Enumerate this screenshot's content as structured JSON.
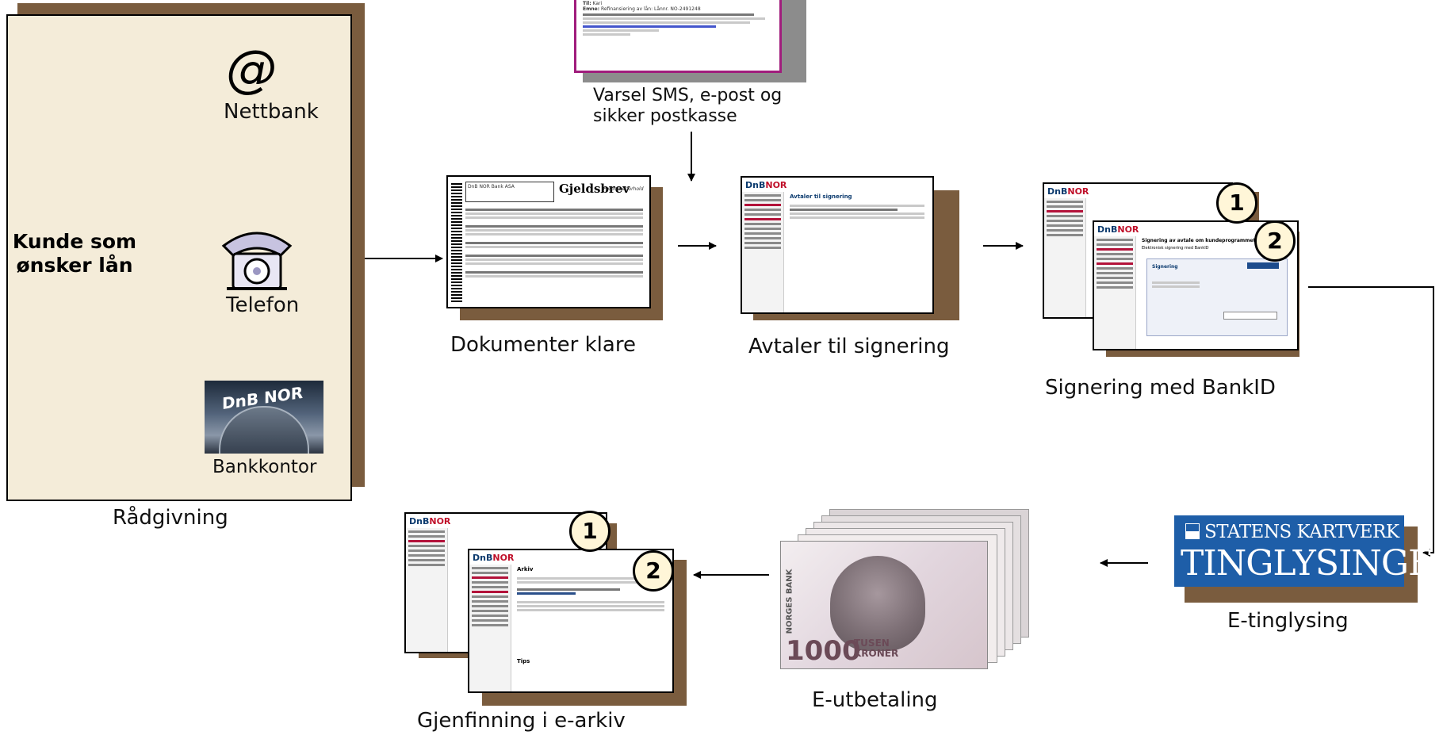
{
  "left_panel": {
    "customer_label_line1": "Kunde som",
    "customer_label_line2": "ønsker lån",
    "at_symbol": "@",
    "nettbank": "Nettbank",
    "telefon": "Telefon",
    "bankkontor": "Bankkontor",
    "bank_sign": "DnB NOR",
    "caption": "Rådgivning"
  },
  "notification": {
    "caption_line1": "Varsel SMS, e-post og",
    "caption_line2": "sikker postkasse",
    "doc_line_to": "Til:",
    "doc_to_value": "Kari",
    "doc_line_subject": "Emne:",
    "doc_subject_value": "Refinansiering av lån: Lånnr. NO-2491248"
  },
  "steps": {
    "documents": "Dokumenter klare",
    "agreements": "Avtaler til signering",
    "bankid": "Signering med BankID",
    "tinglysing": "E-tinglysing",
    "payout": "E-utbetaling",
    "archive": "Gjenfinning i e-arkiv"
  },
  "mini_docs": {
    "gjeldsbrev_title": "Gjeldsbrev",
    "gjeldsbrev_sub": "Forbrukerforhold",
    "bank_name": "DnB NOR Bank ASA",
    "agreements_title": "Avtaler til signering",
    "bankid_title": "Signering av avtale om kundeprogrammet Total",
    "bankid_sub": "Elektronisk signering med BankID",
    "signering": "Signering",
    "archive_title": "Arkiv",
    "tips": "Tips",
    "dnb_a": "DnB",
    "dnb_b": "NOR"
  },
  "badges": {
    "one": "1",
    "two": "2"
  },
  "tinglysing_logo": {
    "line1": "STATENS KARTVERK",
    "line2": "TINGLYSINGEN"
  },
  "banknote": {
    "value": "1000",
    "word1": "TUSEN",
    "word2": "KRONER",
    "bank": "NORGES BANK"
  },
  "colors": {
    "panel_bg": "#f4ecd9",
    "shadow": "#7a5c3e",
    "dnb_blue": "#0b3a6e",
    "dnb_red": "#c0102a",
    "kartverk_blue": "#1e5ea8"
  }
}
